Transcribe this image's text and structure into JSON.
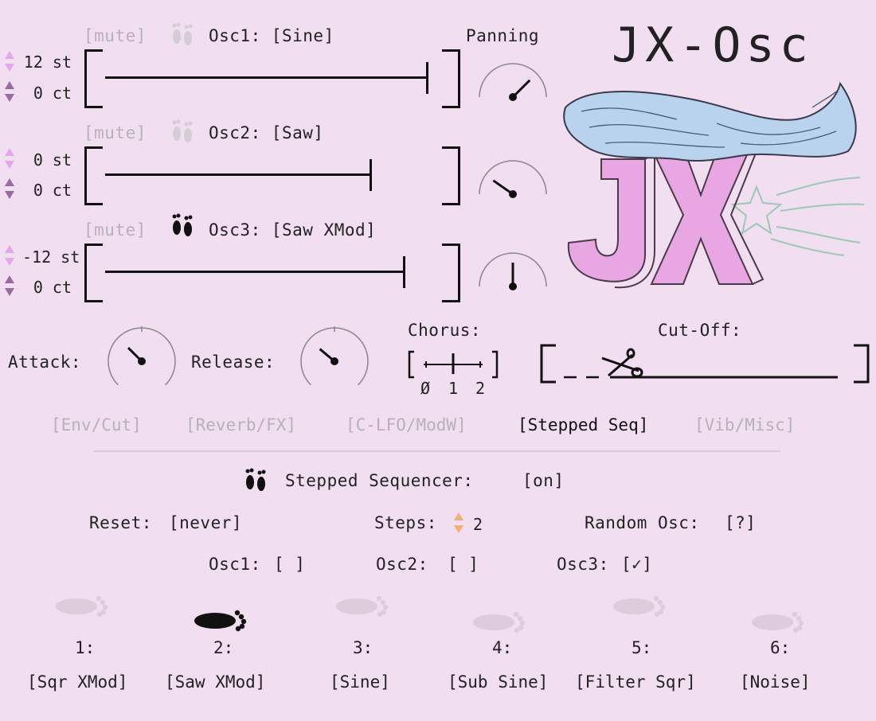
{
  "title": "JX-Osc",
  "panning_label": "Panning",
  "oscillators": [
    {
      "mute": "[mute]",
      "name": "Osc1: [Sine]",
      "semitones": "12 st",
      "cents": "0 ct",
      "level": 0.97,
      "pan_angle": 45,
      "footprint_active": false
    },
    {
      "mute": "[mute]",
      "name": "Osc2: [Saw]",
      "semitones": "0 st",
      "cents": "0 ct",
      "level": 0.8,
      "pan_angle": -55,
      "footprint_active": false
    },
    {
      "mute": "[mute]",
      "name": "Osc3: [Saw XMod]",
      "semitones": "-12 st",
      "cents": "0 ct",
      "level": 0.9,
      "pan_angle": 0,
      "footprint_active": true
    }
  ],
  "attack": {
    "label": "Attack:",
    "angle": -45
  },
  "release": {
    "label": "Release:",
    "angle": -50
  },
  "chorus": {
    "label": "Chorus:",
    "ticks": [
      "Ø",
      "1",
      "2"
    ],
    "value": 1
  },
  "cutoff": {
    "label": "Cut-Off:"
  },
  "tabs": [
    "[Env/Cut]",
    "[Reverb/FX]",
    "[C-LFO/ModW]",
    "[Stepped Seq]",
    "[Vib/Misc]"
  ],
  "active_tab": 3,
  "sequencer": {
    "label": "Stepped Sequencer:",
    "state": "[on]",
    "reset_label": "Reset:",
    "reset_value": "[never]",
    "steps_label": "Steps:",
    "steps_value": "2",
    "random_label": "Random Osc:",
    "random_value": "[?]",
    "osc1_label": "Osc1:",
    "osc1_value": "[ ]",
    "osc2_label": "Osc2:",
    "osc2_value": "[ ]",
    "osc3_label": "Osc3:",
    "osc3_value": "[✓]",
    "steps": [
      {
        "num": "1:",
        "label": "[Sqr XMod]",
        "active": false
      },
      {
        "num": "2:",
        "label": "[Saw XMod]",
        "active": true
      },
      {
        "num": "3:",
        "label": "[Sine]",
        "active": false
      },
      {
        "num": "4:",
        "label": "[Sub Sine]",
        "active": false
      },
      {
        "num": "5:",
        "label": "[Filter Sqr]",
        "active": false
      },
      {
        "num": "6:",
        "label": "[Noise]",
        "active": false
      }
    ]
  },
  "colors": {
    "background": "#f1def0",
    "arrow_up": "#e6a6ef",
    "arrow_down": "#9a6aa0",
    "steps_arrow": "#f0b070",
    "dim_text": "#b7b2b8"
  }
}
